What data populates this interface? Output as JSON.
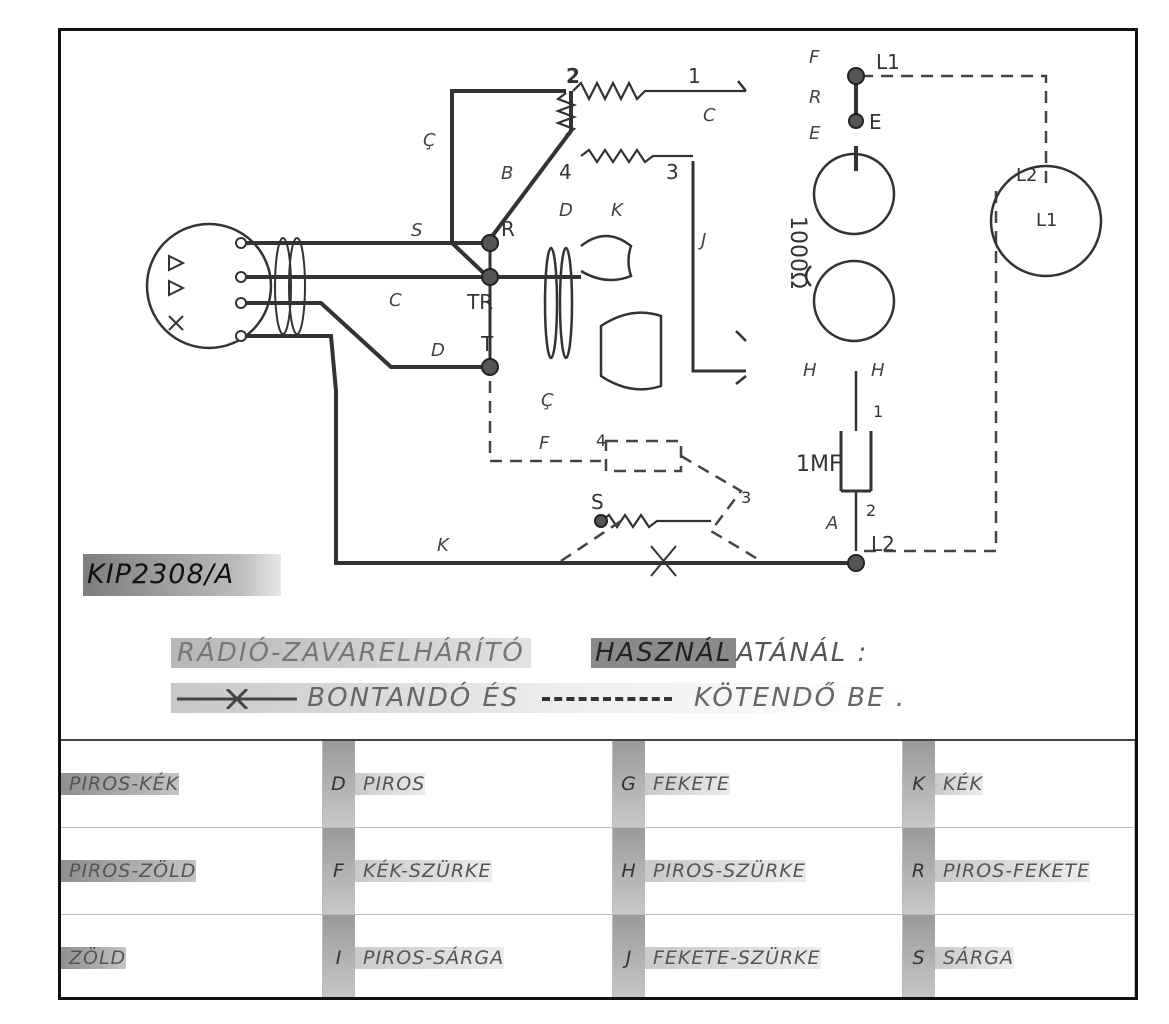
{
  "drawing_number": "KIP2308/A",
  "schematic": {
    "terminals": {
      "node_2": "2",
      "node_1": "1",
      "node_4": "4",
      "node_3": "3",
      "L1": "L1",
      "L1_sup": "",
      "E": "E",
      "R": "R",
      "TR": "TR",
      "T": "T",
      "S": "S",
      "L2": "L2",
      "sw_4": "4",
      "sw_3": "3",
      "cap_1": "1",
      "cap_2": "2",
      "ext_L2": "L2",
      "ext_L1": "L1"
    },
    "components": {
      "resistor": "1000Ω",
      "capacitor": "1MF"
    },
    "wire_letters": {
      "F_top": "F",
      "R_top": "R",
      "E_top": "E",
      "C_top": "C",
      "G_left": "Ç",
      "B": "B",
      "S_left": "S",
      "C_mid": "C",
      "D_mid": "D",
      "D_top": "D",
      "K_top": "K",
      "J": "J",
      "H1": "H",
      "H2": "H",
      "C_low": "Ç",
      "F_low": "F",
      "A": "A",
      "K_bottom": "K"
    }
  },
  "note": {
    "line1_a": "RÁDIÓ-ZAVARELHÁRÍTÓ",
    "line1_b_hl": "HASZNÁL",
    "line1_b_rest": "ATÁNÁL :",
    "line2_a": "BONTANDÓ ÉS",
    "line2_b": "KÖTENDŐ BE ."
  },
  "legend": {
    "rows": [
      {
        "c1": "PIROS-KÉK",
        "c2_code": "D",
        "c2": "PIROS",
        "c3_code": "G",
        "c3": "FEKETE",
        "c4_code": "K",
        "c4": "KÉK"
      },
      {
        "c1": "PIROS-ZÖLD",
        "c2_code": "F",
        "c2": "KÉK-SZÜRKE",
        "c3_code": "H",
        "c3": "PIROS-SZÜRKE",
        "c4_code": "R",
        "c4": "PIROS-FEKETE"
      },
      {
        "c1": "ZÖLD",
        "c2_code": "I",
        "c2": "PIROS-SÁRGA",
        "c3_code": "J",
        "c3": "FEKETE-SZÜRKE",
        "c4_code": "S",
        "c4": "SÁRGA"
      }
    ]
  }
}
